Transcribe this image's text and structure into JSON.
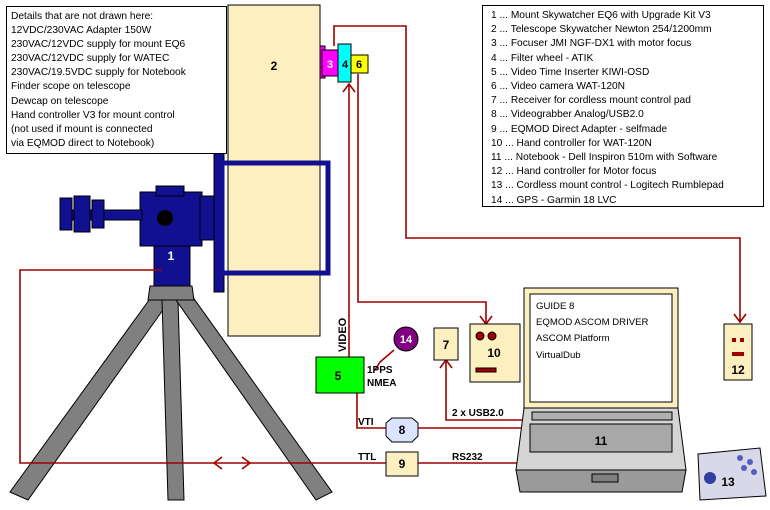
{
  "notes": {
    "lines": [
      "Details that are not drawn here:",
      "12VDC/230VAC Adapter 150W",
      "230VAC/12VDC supply for mount EQ6",
      "230VAC/12VDC supply for WATEC",
      "230VAC/19.5VDC supply for Notebook",
      "Finder scope on telescope",
      "Dewcap on telescope",
      "Hand controller V3 for mount control",
      "(not used if mount is connected",
      "via EQMOD direct to Notebook)"
    ]
  },
  "legend": {
    "items": [
      "1 ... Mount Skywatcher EQ6 with Upgrade Kit V3",
      "2 ... Telescope Skywatcher Newton 254/1200mm",
      "3 ... Focuser JMI NGF-DX1 with motor focus",
      "4 ... Filter wheel - ATIK",
      "5 ... Video Time Inserter KIWI-OSD",
      "6 ... Video camera WAT-120N",
      "7 ... Receiver for cordless mount control pad",
      "8 ... Videograbber Analog/USB2.0",
      "9 ... EQMOD Direct Adapter - selfmade",
      "10 ... Hand controller for WAT-120N",
      "11 ... Notebook - Dell Inspiron 510m with Software",
      "12 ... Hand controller for Motor focus",
      "13 ... Cordless mount control - Logitech Rumblepad",
      "14 ... GPS - Garmin 18 LVC"
    ]
  },
  "screen": {
    "lines": [
      "GUIDE 8",
      "EQMOD ASCOM DRIVER",
      "ASCOM Platform",
      "VirtualDub"
    ]
  },
  "components": {
    "mount": "1",
    "telescope": "2",
    "focuser": "3",
    "filter_wheel": "4",
    "time_inserter": "5",
    "camera": "6",
    "receiver": "7",
    "videograbber": "8",
    "eqmod_adapter": "9",
    "camera_controller": "10",
    "notebook": "11",
    "focus_controller": "12",
    "gamepad": "13",
    "gps": "14"
  },
  "labels": {
    "video": "VIDEO",
    "pps": "1PPS",
    "nmea": "NMEA",
    "vti": "VTI",
    "ttl": "TTL",
    "rs232": "RS232",
    "usb": "2 x USB2.0"
  },
  "colors": {
    "cable": "#a00000",
    "mount_blue": "#101090",
    "tube_fill": "#fdf0c0",
    "tripod_gray": "#808080",
    "vti_green": "#00ff00",
    "focuser_magenta": "#ff00ff",
    "filter_cyan": "#00ffff",
    "camera_yellow": "#ffff00",
    "gps_purple": "#800080"
  }
}
